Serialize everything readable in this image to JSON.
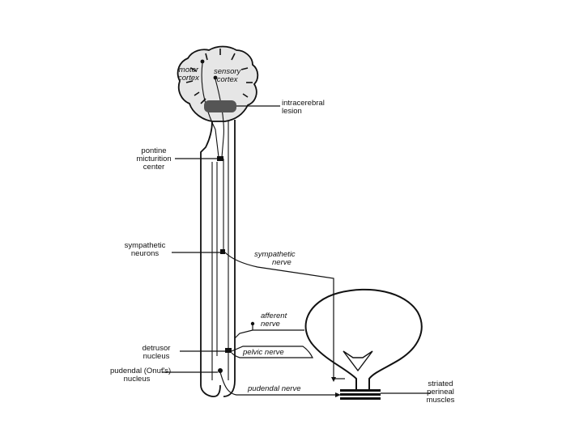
{
  "labels": {
    "motor_cortex": [
      "motor",
      "cortex"
    ],
    "sensory_cortex": [
      "sensory",
      "cortex"
    ],
    "intracerebral_lesion": [
      "intracerebral",
      "lesion"
    ],
    "pontine_micturition_center": [
      "pontine",
      "micturition",
      "center"
    ],
    "sympathetic_neurons": [
      "sympathetic",
      "neurons"
    ],
    "sympathetic_nerve": [
      "sympathetic",
      "nerve"
    ],
    "afferent_nerve": [
      "afferent",
      "nerve"
    ],
    "detrusor_nucleus": [
      "detrusor",
      "nucleus"
    ],
    "pelvic_nerve": "pelvic nerve",
    "pudendal_nucleus": [
      "pudendal (Onuf's)",
      "nucleus"
    ],
    "pudendal_nerve": "pudendal nerve",
    "striated_perineal_muscles": [
      "striated",
      "perineal",
      "muscles"
    ]
  },
  "colors": {
    "line": "#111111",
    "brain_fill": "#e4e4e4",
    "lesion": "#555555"
  }
}
